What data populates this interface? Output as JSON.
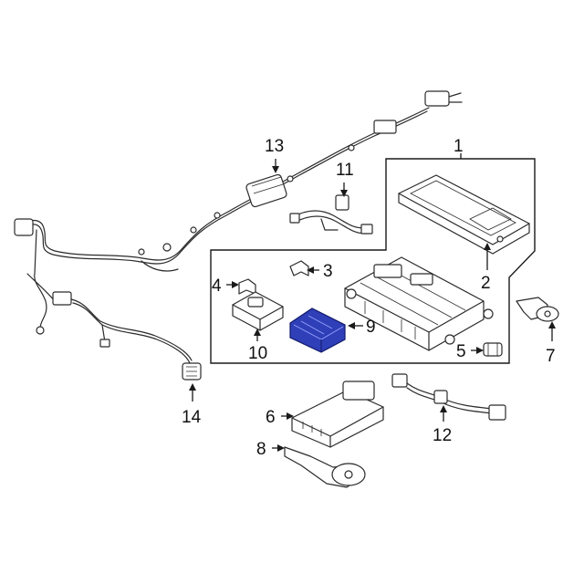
{
  "diagram": {
    "highlight_color": "#2f3fb8",
    "line_color": "#2b2b2b",
    "callouts": [
      {
        "id": "1",
        "label": "1"
      },
      {
        "id": "2",
        "label": "2"
      },
      {
        "id": "3",
        "label": "3"
      },
      {
        "id": "4",
        "label": "4"
      },
      {
        "id": "5",
        "label": "5"
      },
      {
        "id": "6",
        "label": "6"
      },
      {
        "id": "7",
        "label": "7"
      },
      {
        "id": "8",
        "label": "8"
      },
      {
        "id": "9",
        "label": "9"
      },
      {
        "id": "10",
        "label": "10"
      },
      {
        "id": "11",
        "label": "11"
      },
      {
        "id": "12",
        "label": "12"
      },
      {
        "id": "13",
        "label": "13"
      },
      {
        "id": "14",
        "label": "14"
      }
    ],
    "highlighted_part": "9"
  }
}
